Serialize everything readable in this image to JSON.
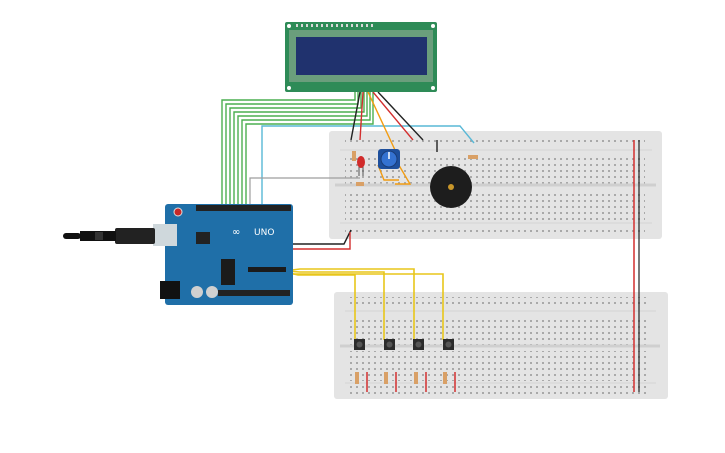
{
  "app": {
    "title": ""
  },
  "board": {
    "logo_text": "UNO",
    "brand_glyph": "∞"
  },
  "components": {
    "lcd": {
      "icon": "lcd-16x2-icon",
      "rows": 2,
      "cols": 16
    },
    "breadboard_top": {
      "icon": "breadboard-icon"
    },
    "breadboard_bottom": {
      "icon": "breadboard-icon"
    },
    "buzzer": {
      "icon": "piezo-buzzer-icon"
    },
    "potentiometer": {
      "icon": "potentiometer-icon"
    },
    "led": {
      "icon": "led-icon",
      "color": "#d12b2b"
    },
    "usb_cable": {
      "icon": "usb-cable-icon"
    },
    "push_buttons": {
      "count": 4,
      "icon": "push-button-icon"
    },
    "resistors": {
      "icon": "resistor-icon"
    }
  },
  "colors": {
    "lcd_screen": "#20326e",
    "lcd_pcb": "#2e8b57",
    "arduino": "#1f6fa8",
    "breadboard": "#e4e4e4",
    "wire_green": "#4caf50",
    "wire_yellow": "#e8c61a",
    "wire_red": "#d32f2f",
    "wire_black": "#222222",
    "wire_cyan": "#59b8d6",
    "wire_orange": "#f29c11",
    "wire_gray": "#9e9e9e"
  }
}
